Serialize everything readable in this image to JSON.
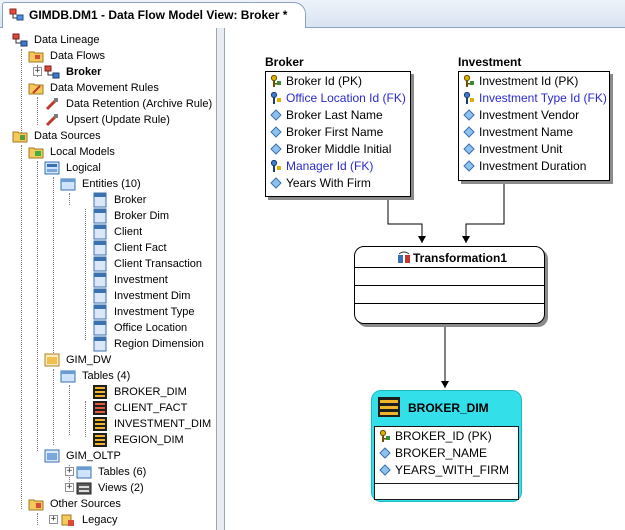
{
  "tab": {
    "title": "GIMDB.DM1 - Data Flow Model View: Broker *"
  },
  "tree": {
    "data_lineage": "Data Lineage",
    "data_flows": "Data Flows",
    "broker": "Broker",
    "data_movement_rules": "Data Movement Rules",
    "data_retention": "Data Retention (Archive Rule)",
    "upsert": "Upsert (Update Rule)",
    "data_sources": "Data Sources",
    "local_models": "Local Models",
    "logical": "Logical",
    "entities": "Entities (10)",
    "entity_items": [
      "Broker",
      "Broker Dim",
      "Client",
      "Client Fact",
      "Client Transaction",
      "Investment",
      "Investment Dim",
      "Investment Type",
      "Office Location",
      "Region Dimension"
    ],
    "gim_dw": "GIM_DW",
    "tables4": "Tables (4)",
    "dw_tables": [
      "BROKER_DIM",
      "CLIENT_FACT",
      "INVESTMENT_DIM",
      "REGION_DIM"
    ],
    "gim_oltp": "GIM_OLTP",
    "tables6": "Tables (6)",
    "views2": "Views (2)",
    "other_sources": "Other Sources",
    "legacy": "Legacy"
  },
  "diagram": {
    "broker": {
      "title": "Broker",
      "attrs": [
        {
          "text": "Broker Id (PK)",
          "kind": "pk"
        },
        {
          "text": "Office Location Id (FK)",
          "kind": "fk"
        },
        {
          "text": "Broker Last Name",
          "kind": "attr"
        },
        {
          "text": "Broker First Name",
          "kind": "attr"
        },
        {
          "text": "Broker Middle Initial",
          "kind": "attr"
        },
        {
          "text": "Manager Id (FK)",
          "kind": "fk"
        },
        {
          "text": "Years With Firm",
          "kind": "attr"
        }
      ]
    },
    "investment": {
      "title": "Investment",
      "attrs": [
        {
          "text": "Investment Id (PK)",
          "kind": "pk"
        },
        {
          "text": "Investment Type Id (FK)",
          "kind": "fk"
        },
        {
          "text": "Investment Vendor",
          "kind": "attr"
        },
        {
          "text": "Investment Name",
          "kind": "attr"
        },
        {
          "text": "Investment Unit",
          "kind": "attr"
        },
        {
          "text": "Investment Duration",
          "kind": "attr"
        }
      ]
    },
    "transformation": {
      "title": "Transformation1"
    },
    "target": {
      "title": "BROKER_DIM",
      "attrs": [
        {
          "text": "BROKER_ID (PK)",
          "kind": "pk"
        },
        {
          "text": "BROKER_NAME",
          "kind": "attr"
        },
        {
          "text": "YEARS_WITH_FIRM",
          "kind": "attr"
        }
      ]
    }
  },
  "colors": {
    "fk": "#2a2ad0",
    "target_fill": "#33e0ea",
    "tab_border": "#8da2c1"
  }
}
